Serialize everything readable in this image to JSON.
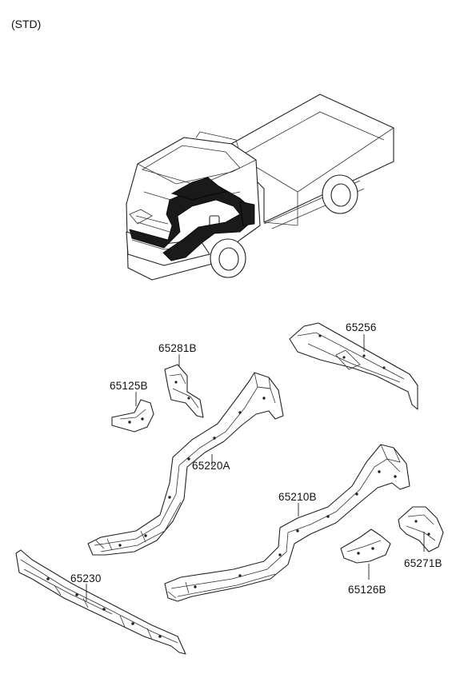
{
  "header": {
    "variant": "(STD)"
  },
  "callouts": [
    {
      "id": "65256",
      "label": "65256"
    },
    {
      "id": "65281B",
      "label": "65281B"
    },
    {
      "id": "65125B",
      "label": "65125B"
    },
    {
      "id": "65220A",
      "label": "65220A"
    },
    {
      "id": "65210B",
      "label": "65210B"
    },
    {
      "id": "65230",
      "label": "65230"
    },
    {
      "id": "65271B",
      "label": "65271B"
    },
    {
      "id": "65126B",
      "label": "65126B"
    }
  ]
}
